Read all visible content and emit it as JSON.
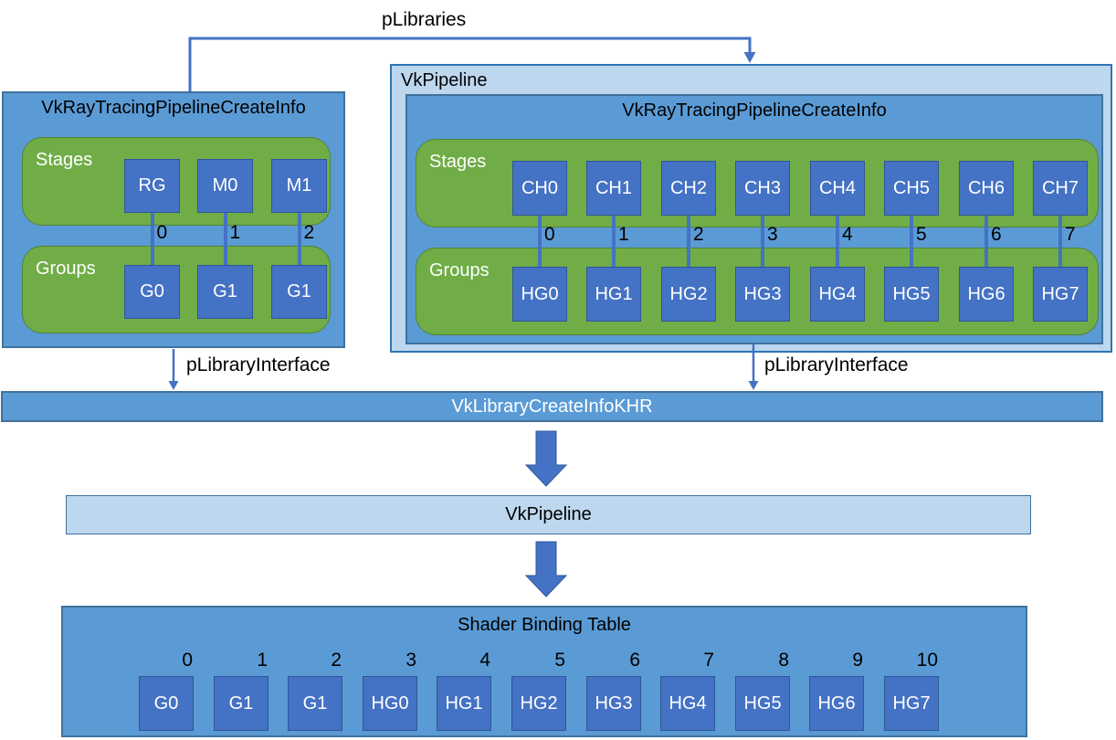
{
  "connectors": {
    "plibraries_label": "pLibraries",
    "plibrary_interface_left_label": "pLibraryInterface",
    "plibrary_interface_right_label": "pLibraryInterface"
  },
  "left_library": {
    "title": "VkRayTracingPipelineCreateInfo",
    "stages_label": "Stages",
    "groups_label": "Groups",
    "stages": [
      "RG",
      "M0",
      "M1"
    ],
    "groups": [
      "G0",
      "G1",
      "G1"
    ],
    "indices": [
      "0",
      "1",
      "2"
    ]
  },
  "right_pipeline": {
    "box_label": "VkPipeline",
    "inner_title": "VkRayTracingPipelineCreateInfo",
    "stages_label": "Stages",
    "groups_label": "Groups",
    "stages": [
      "CH0",
      "CH1",
      "CH2",
      "CH3",
      "CH4",
      "CH5",
      "CH6",
      "CH7"
    ],
    "groups": [
      "HG0",
      "HG1",
      "HG2",
      "HG3",
      "HG4",
      "HG5",
      "HG6",
      "HG7"
    ],
    "indices": [
      "0",
      "1",
      "2",
      "3",
      "4",
      "5",
      "6",
      "7"
    ]
  },
  "bars": {
    "library_create_info_label": "VkLibraryCreateInfoKHR",
    "vkpipeline_label": "VkPipeline"
  },
  "sbt": {
    "title": "Shader Binding Table",
    "cells": [
      "G0",
      "G1",
      "G1",
      "HG0",
      "HG1",
      "HG2",
      "HG3",
      "HG4",
      "HG5",
      "HG6",
      "HG7"
    ],
    "indices": [
      "0",
      "1",
      "2",
      "3",
      "4",
      "5",
      "6",
      "7",
      "8",
      "9",
      "10"
    ]
  },
  "colors": {
    "box_blue": "#5B9BD5",
    "light_blue": "#BDD7EE",
    "square_blue": "#4472C4",
    "green": "#70AD47",
    "connector_blue": "#4472C4"
  }
}
